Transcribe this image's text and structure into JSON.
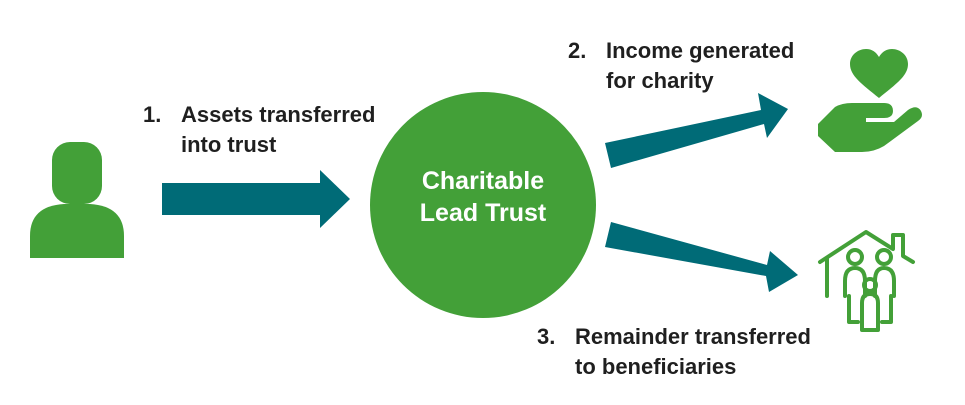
{
  "colors": {
    "green": "#43a038",
    "teal": "#006b77",
    "text": "#1f1f1f",
    "center_text": "#ffffff"
  },
  "icons": {
    "donor": "person-icon",
    "charity": "hand-heart-icon",
    "beneficiaries": "family-house-icon"
  },
  "center": {
    "line1": "Charitable",
    "line2": "Lead Trust"
  },
  "steps": [
    {
      "num": "1.",
      "line1": "Assets transferred",
      "line2": "into trust"
    },
    {
      "num": "2.",
      "line1": "Income generated",
      "line2": "for charity"
    },
    {
      "num": "3.",
      "line1": "Remainder transferred",
      "line2": "to beneficiaries"
    }
  ]
}
